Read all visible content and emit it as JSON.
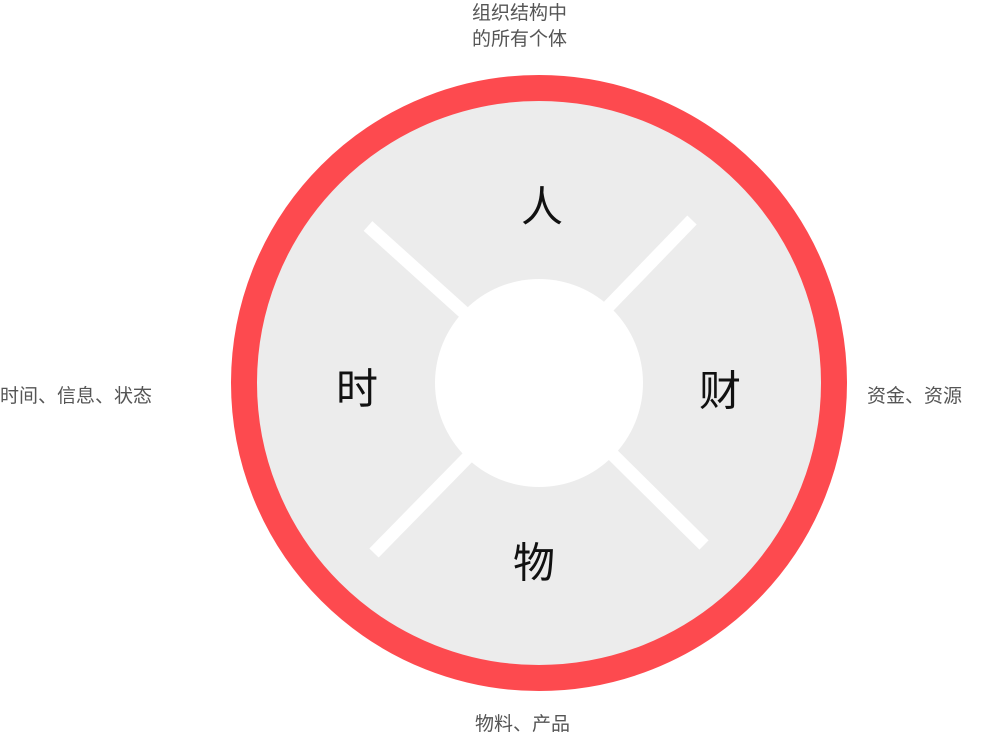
{
  "colors": {
    "ring": "#fd4a4f",
    "fill": "#ececec",
    "center": "#ffffff"
  },
  "quadrants": {
    "top": {
      "char": "人",
      "desc_line1": "组织结构中",
      "desc_line2": "的所有个体"
    },
    "right": {
      "char": "财",
      "desc": "资金、资源"
    },
    "bottom": {
      "char": "物",
      "desc": "物料、产品"
    },
    "left": {
      "char": "时",
      "desc": "时间、信息、状态"
    }
  }
}
